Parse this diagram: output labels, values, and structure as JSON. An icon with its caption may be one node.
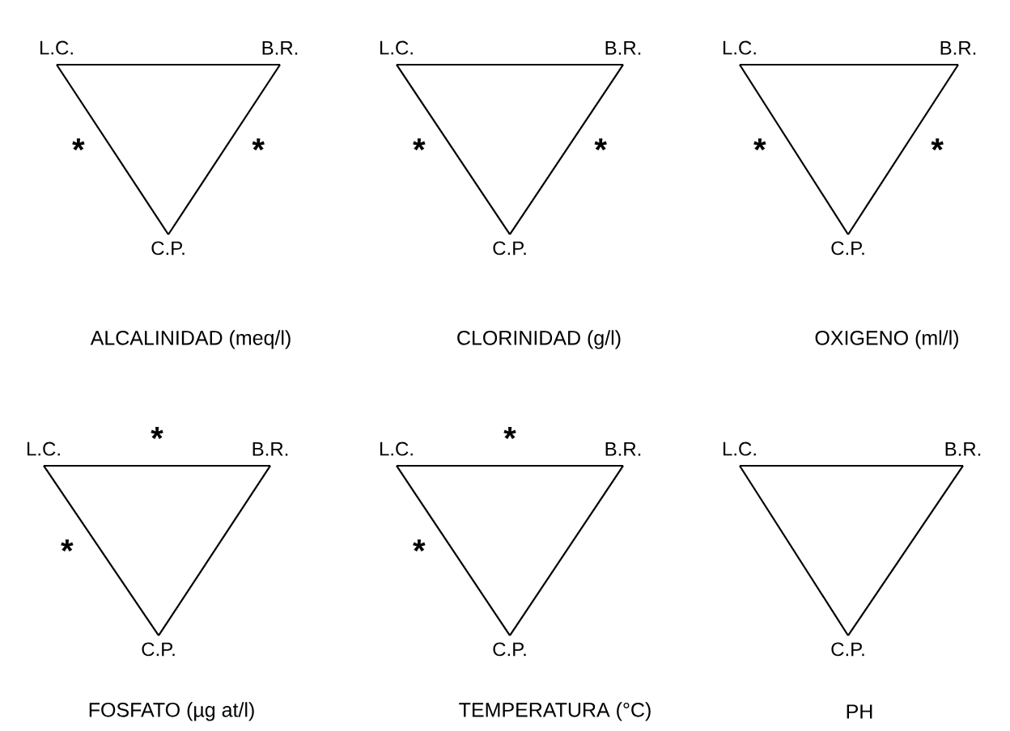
{
  "diagram": {
    "nodes": [
      {
        "text": [
          "L.C."
        ]
      },
      {
        "text": [
          "B.R."
        ]
      },
      {
        "text": [
          "C.P."
        ]
      },
      {
        "text": [
          "L.C."
        ]
      },
      {
        "text": [
          "B.R."
        ]
      },
      {
        "text": [
          "C.P."
        ]
      },
      {
        "text": [
          "L.C."
        ]
      },
      {
        "text": [
          "B.R."
        ]
      },
      {
        "text": [
          "C.P."
        ]
      },
      {
        "text": [
          "L.C."
        ]
      },
      {
        "text": [
          "B.R."
        ]
      },
      {
        "text": [
          "C.P."
        ]
      },
      {
        "text": [
          "L.C."
        ]
      },
      {
        "text": [
          "B.R."
        ]
      },
      {
        "text": [
          "C.P."
        ]
      },
      {
        "text": [
          "L.C."
        ]
      },
      {
        "text": [
          "B.R."
        ]
      },
      {
        "text": [
          "C.P."
        ]
      }
    ],
    "edges": [
      {
        "from": 0,
        "to": 1,
        "arrow": "none"
      },
      {
        "from": 1,
        "to": 2,
        "arrow": "none",
        "label": "*"
      },
      {
        "from": 0,
        "to": 2,
        "arrow": "none",
        "label": "*"
      },
      {
        "from": 3,
        "to": 4,
        "arrow": "none"
      },
      {
        "from": 4,
        "to": 5,
        "arrow": "none",
        "label": "*"
      },
      {
        "from": 3,
        "to": 5,
        "arrow": "none",
        "label": "*"
      },
      {
        "from": 6,
        "to": 7,
        "arrow": "none"
      },
      {
        "from": 7,
        "to": 8,
        "arrow": "none",
        "label": "*"
      },
      {
        "from": 6,
        "to": 8,
        "arrow": "none",
        "label": "*"
      },
      {
        "from": 9,
        "to": 10,
        "arrow": "none",
        "label": "*"
      },
      {
        "from": 10,
        "to": 11,
        "arrow": "none"
      },
      {
        "from": 9,
        "to": 11,
        "arrow": "none",
        "label": "*"
      },
      {
        "from": 12,
        "to": 13,
        "arrow": "none",
        "label": "*"
      },
      {
        "from": 13,
        "to": 14,
        "arrow": "none"
      },
      {
        "from": 12,
        "to": 14,
        "arrow": "none",
        "label": "*"
      },
      {
        "from": 15,
        "to": 16,
        "arrow": "none"
      },
      {
        "from": 16,
        "to": 17,
        "arrow": "none"
      },
      {
        "from": 15,
        "to": 17,
        "arrow": "none"
      }
    ],
    "labels": [
      "ALCALINIDAD (meq/l)",
      "CLORINIDAD (g/l)",
      "OXIGENO (ml/l)",
      "FOSFATO (µg at/l)",
      "TEMPERATURA (°C)",
      "PH"
    ]
  }
}
